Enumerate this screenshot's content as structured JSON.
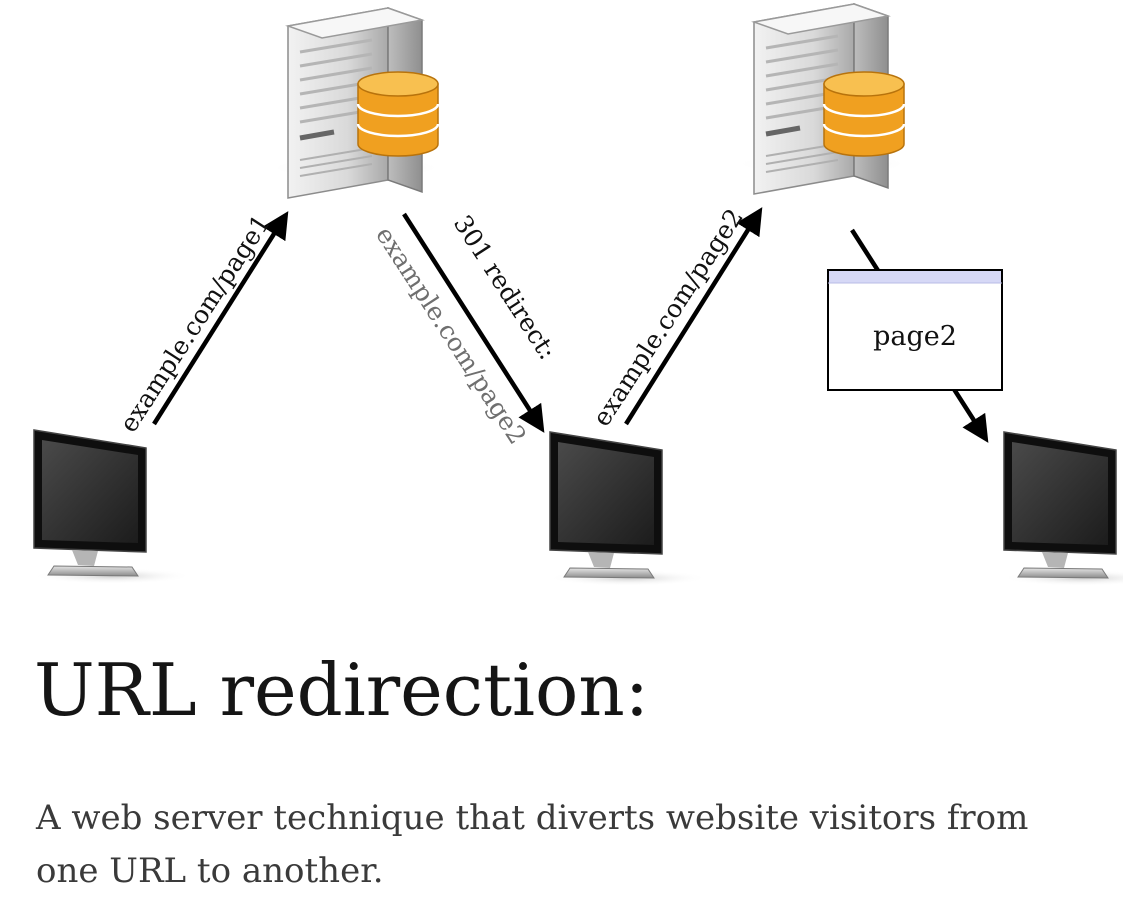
{
  "diagram": {
    "arrows": [
      {
        "text": "example.com/page1"
      },
      {
        "text_line1": "301 redirect:",
        "text_line2": "example.com/page2"
      },
      {
        "text": "example.com/page2"
      }
    ],
    "response_page": {
      "label": "page2"
    }
  },
  "title": "URL redirection:",
  "subtitle": "A web server technique that diverts website visitors from one URL to another.",
  "colors": {
    "database": "#f0a020",
    "window_titlebar": "#d6d8f6",
    "text": "#151515",
    "grey_text": "#6f6f6f"
  },
  "icons": [
    "server-icon",
    "database-icon",
    "monitor-icon",
    "browser-window-icon"
  ]
}
